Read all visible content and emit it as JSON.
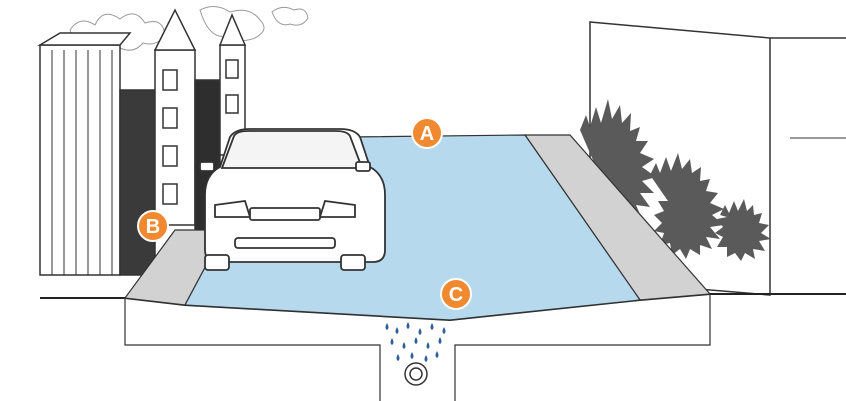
{
  "markers": [
    {
      "id": "A",
      "label": "A"
    },
    {
      "id": "B",
      "label": "B"
    },
    {
      "id": "C",
      "label": "C"
    }
  ],
  "colors": {
    "water": "#b7d9ee",
    "curb": "#d2d2d2",
    "line": "#333333",
    "marker_fill": "#f0892f",
    "marker_text": "#ffffff",
    "rain_drop": "#2f5f9a",
    "foliage": "#555555"
  },
  "icons": {
    "car": "car-icon",
    "drain_pipe": "pipe-icon",
    "rain": "water-drops-icon"
  }
}
